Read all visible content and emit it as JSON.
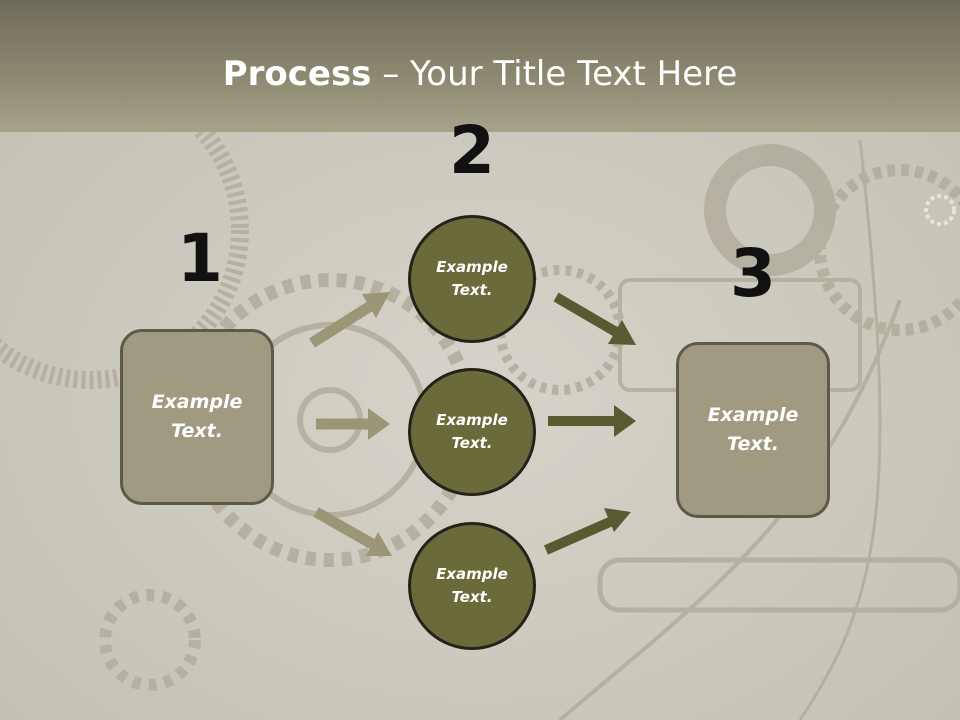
{
  "slide": {
    "title_bold": "Process",
    "title_rest": " – Your Title Text Here"
  },
  "steps": {
    "n1": "1",
    "n2": "2",
    "n3": "3"
  },
  "boxes": {
    "left": "Example\nText.",
    "right": "Example\nText."
  },
  "circles": {
    "top": "Example\nText.",
    "middle": "Example\nText.",
    "bottom": "Example\nText."
  },
  "colors": {
    "box_fill": "#9f9a80",
    "circle_fill": "#6a6a3a",
    "arrow_light": "#9b9676",
    "arrow_dark": "#5a5a32"
  }
}
